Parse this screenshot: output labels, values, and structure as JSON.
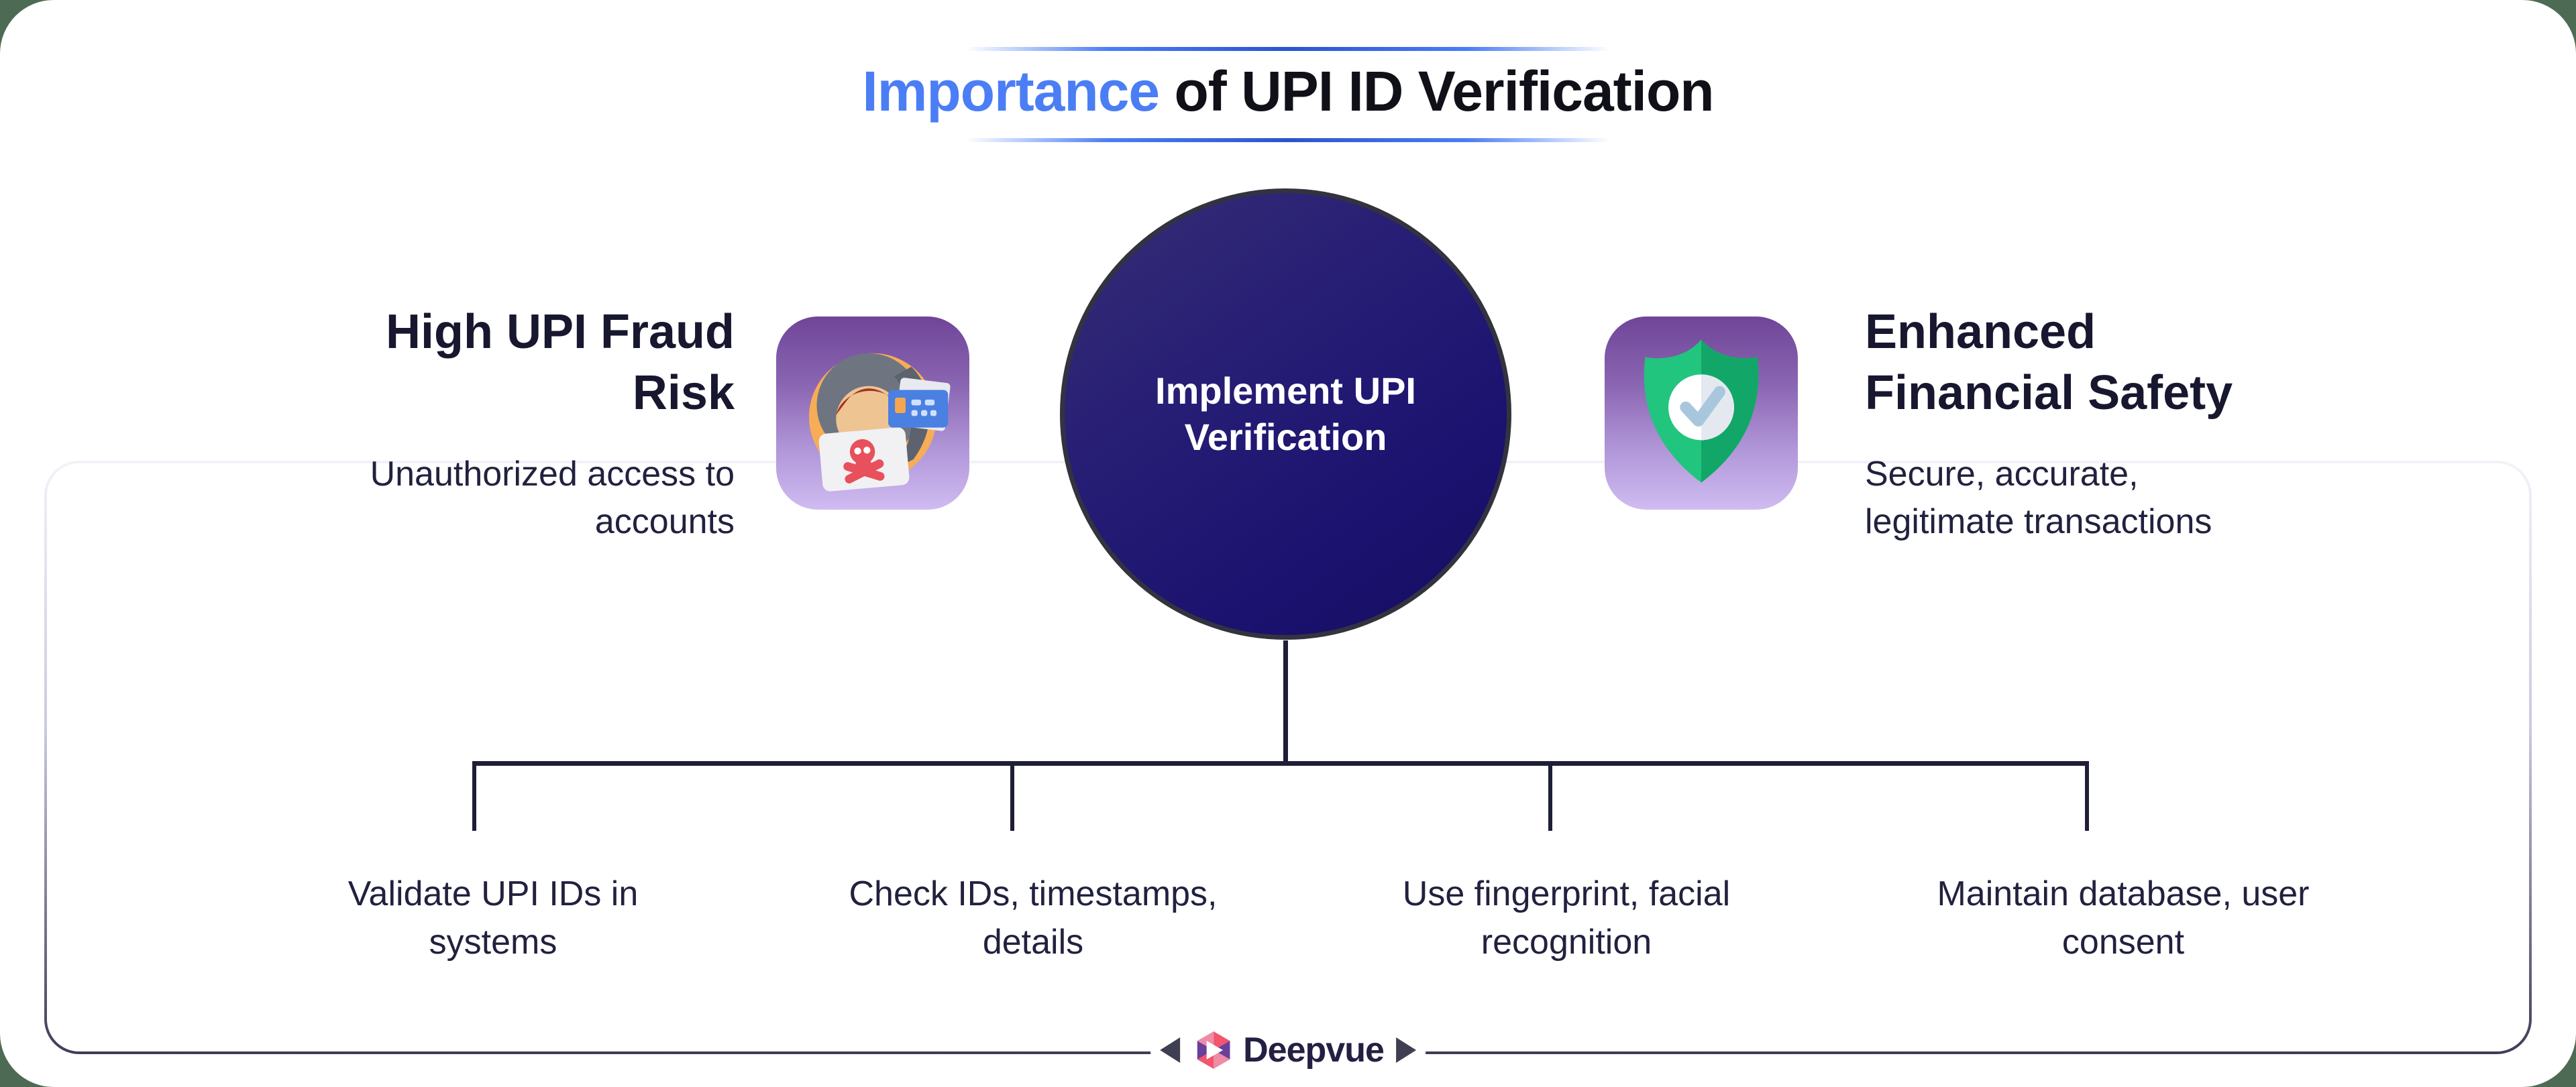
{
  "title": {
    "highlight": "Importance",
    "rest": " of UPI ID Verification"
  },
  "center_circle": {
    "line1": "Implement UPI",
    "line2": "Verification"
  },
  "left_card": {
    "heading_line1": "High UPI Fraud",
    "heading_line2": "Risk",
    "desc_line1": "Unauthorized access to",
    "desc_line2": "accounts",
    "icon": "fraud-hacker-icon"
  },
  "right_card": {
    "heading_line1": "Enhanced",
    "heading_line2": "Financial Safety",
    "desc_line1": "Secure, accurate,",
    "desc_line2": "legitimate transactions",
    "icon": "shield-check-icon"
  },
  "branches": [
    {
      "line1": "Validate UPI IDs in",
      "line2": "systems"
    },
    {
      "line1": "Check IDs, timestamps,",
      "line2": "details"
    },
    {
      "line1": "Use fingerprint, facial",
      "line2": "recognition"
    },
    {
      "line1": "Maintain database, user",
      "line2": "consent"
    }
  ],
  "footer": {
    "brand": "Deepvue",
    "left_icon": "arrow-left-icon",
    "right_icon": "arrow-right-icon",
    "logo_icon": "deepvue-hexagon-logo-icon"
  },
  "colors": {
    "title_highlight_blue": "#4b7ef5",
    "heading_navy": "#17172f",
    "body_navy": "#21213f",
    "circle_gradient_start": "#362e75",
    "circle_gradient_end": "#150d61",
    "circle_border": "#33333f",
    "connector_line": "#1e1e38",
    "tile_gradient_top": "#6f4598",
    "tile_gradient_bottom": "#cfbcf1",
    "fraud_icon_orange": "#f7ad55",
    "fraud_icon_red": "#e8505b",
    "card_blue": "#4a80e1",
    "shield_green": "#21c57e",
    "shield_green_dark": "#12a768",
    "footer_dark": "#3f3f52",
    "logo_red": "#f2556d",
    "logo_pink": "#ee8ca6",
    "logo_purple": "#6a3f9c",
    "outer_background_green": "#4d6b54",
    "container_border_bottom": "#3d3d55"
  }
}
